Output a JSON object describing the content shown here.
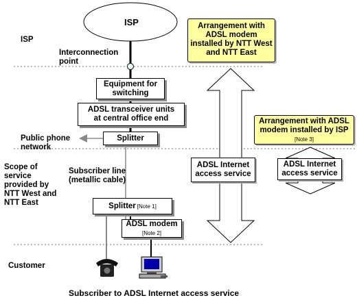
{
  "isp_cloud_label": "ISP",
  "zones": {
    "isp": "ISP",
    "scope": [
      "Scope of",
      "service",
      "provided by",
      "NTT West and",
      "NTT East"
    ],
    "customer": "Customer"
  },
  "interconnection_point": [
    "Interconnection",
    "point"
  ],
  "public_phone_network": [
    "Public phone",
    "network"
  ],
  "subscriber_line": [
    "Subscriber line",
    "(metallic cable)"
  ],
  "boxes": {
    "switching": [
      "Equipment for",
      "switching"
    ],
    "adsl_transceiver": [
      "ADSL transceiver units",
      "at central office end"
    ],
    "splitter_co": "Splitter",
    "splitter_customer": "Splitter",
    "splitter_customer_note": "[Note 1]",
    "adsl_modem": "ADSL modem",
    "adsl_modem_note": "[Note 2]"
  },
  "arrangements": {
    "ntt": [
      "Arrangement with",
      "ADSL modem",
      "installed by NTT West",
      "and NTT East"
    ],
    "isp": [
      "Arrangement with ADSL",
      "modem installed by ISP"
    ],
    "isp_note": "[Note 3]"
  },
  "service_labels": {
    "ntt": [
      "ADSL Internet",
      "access service"
    ],
    "isp": [
      "ADSL Internet",
      "access service"
    ]
  },
  "footer": "Subscriber to ADSL Internet access service",
  "colors": {
    "note_fill": "#ffffa0",
    "shadow": "#8a8a8a",
    "line": "#000000",
    "gray_line": "#888888"
  }
}
